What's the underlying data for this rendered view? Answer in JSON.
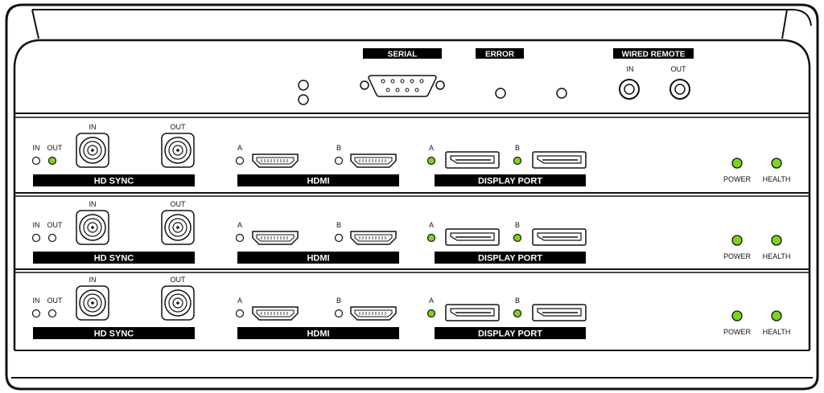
{
  "colors": {
    "led_on": "#7ed321",
    "led_off": "#ffffff",
    "stroke": "#111111",
    "label_bar": "#000000"
  },
  "top_panel": {
    "serial_label": "SERIAL",
    "error_label": "ERROR",
    "wired_remote_label": "WIRED REMOTE",
    "remote_in_label": "IN",
    "remote_out_label": "OUT"
  },
  "modules": [
    {
      "sync": {
        "led_in_label": "IN",
        "led_out_label": "OUT",
        "bnc_in_label": "IN",
        "bnc_out_label": "OUT",
        "title": "HD SYNC",
        "led_in_on": false,
        "led_out_on": true
      },
      "hdmi": {
        "a_label": "A",
        "b_label": "B",
        "title": "HDMI",
        "a_on": false,
        "b_on": false
      },
      "dp": {
        "a_label": "A",
        "b_label": "B",
        "title": "DISPLAY PORT",
        "a_on": true,
        "b_on": true
      },
      "status": {
        "power_label": "POWER",
        "health_label": "HEALTH",
        "power_on": true,
        "health_on": true
      }
    },
    {
      "sync": {
        "led_in_label": "IN",
        "led_out_label": "OUT",
        "bnc_in_label": "IN",
        "bnc_out_label": "OUT",
        "title": "HD SYNC",
        "led_in_on": false,
        "led_out_on": false
      },
      "hdmi": {
        "a_label": "A",
        "b_label": "B",
        "title": "HDMI",
        "a_on": false,
        "b_on": false
      },
      "dp": {
        "a_label": "A",
        "b_label": "B",
        "title": "DISPLAY PORT",
        "a_on": true,
        "b_on": true
      },
      "status": {
        "power_label": "POWER",
        "health_label": "HEALTH",
        "power_on": true,
        "health_on": true
      }
    },
    {
      "sync": {
        "led_in_label": "IN",
        "led_out_label": "OUT",
        "bnc_in_label": "IN",
        "bnc_out_label": "OUT",
        "title": "HD SYNC",
        "led_in_on": false,
        "led_out_on": false
      },
      "hdmi": {
        "a_label": "A",
        "b_label": "B",
        "title": "HDMI",
        "a_on": false,
        "b_on": false
      },
      "dp": {
        "a_label": "A",
        "b_label": "B",
        "title": "DISPLAY PORT",
        "a_on": true,
        "b_on": true
      },
      "status": {
        "power_label": "POWER",
        "health_label": "HEALTH",
        "power_on": true,
        "health_on": true
      }
    }
  ]
}
